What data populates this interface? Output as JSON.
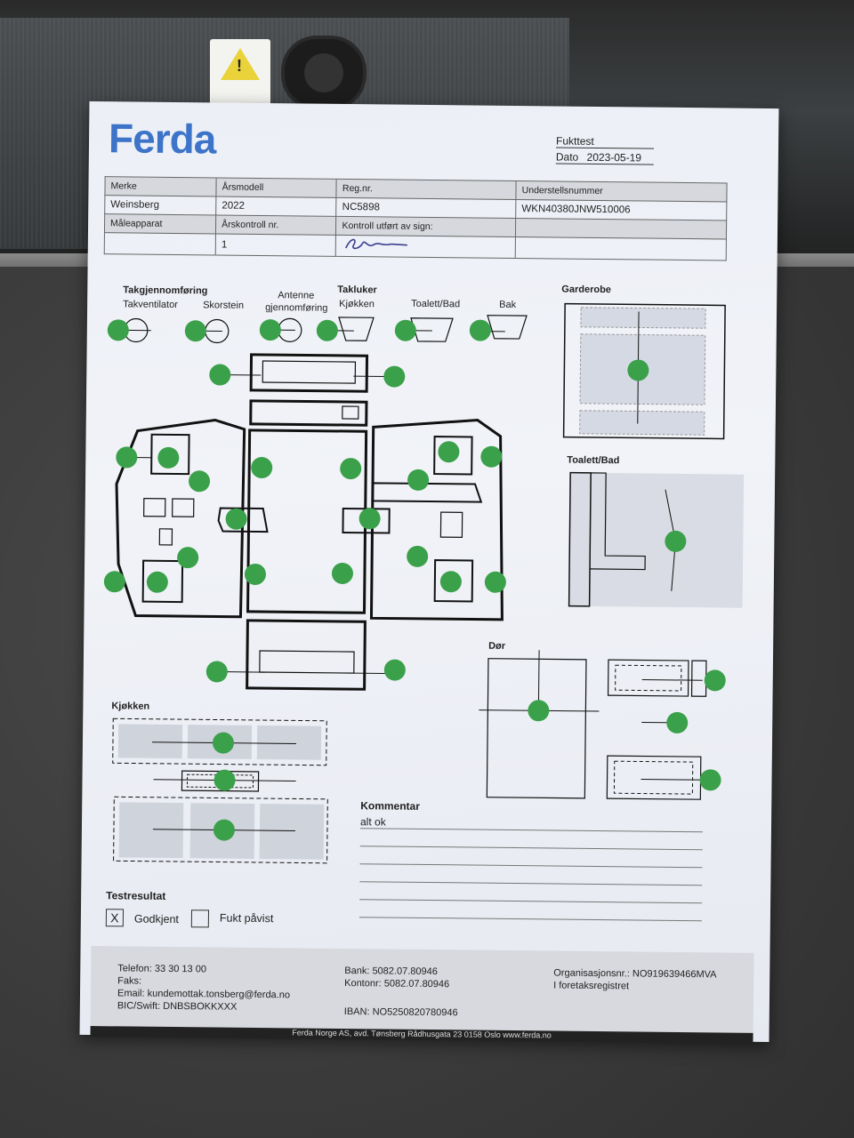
{
  "header": {
    "logo": "Ferda",
    "doc_type": "Fukttest",
    "date_label": "Dato",
    "date_value": "2023-05-19"
  },
  "info_table": {
    "row1_headers": [
      "Merke",
      "Årsmodell",
      "Reg.nr.",
      "Understellsnummer"
    ],
    "row1_values": [
      "Weinsberg",
      "2022",
      "NC5898",
      "WKN40380JNW510006"
    ],
    "row2_headers": [
      "Måleapparat",
      "Årskontroll nr.",
      "Kontroll utført av sign:",
      ""
    ],
    "row2_values": [
      "",
      "1",
      "",
      ""
    ]
  },
  "diagram_labels": {
    "takgjennomforing": "Takgjennomføring",
    "takventilator": "Takventilator",
    "skorstein": "Skorstein",
    "antenne_1": "Antenne",
    "antenne_2": "gjennomføring",
    "takluker": "Takluker",
    "kjokken_luke": "Kjøkken",
    "toalett_bad_luke": "Toalett/Bad",
    "bak": "Bak",
    "garderobe": "Garderobe",
    "toalett_bad": "Toalett/Bad",
    "dor": "Dør",
    "kjokken": "Kjøkken"
  },
  "comment": {
    "title": "Kommentar",
    "text": "alt ok"
  },
  "test_result": {
    "title": "Testresultat",
    "approved_mark": "X",
    "approved_label": "Godkjent",
    "moisture_mark": "",
    "moisture_label": "Fukt påvist"
  },
  "footer": {
    "phone": "Telefon: 33 30 13 00",
    "fax": "Faks:",
    "email": "Email: kundemottak.tonsberg@ferda.no",
    "bic": "BIC/Swift: DNBSBOKKXXX",
    "bank": "Bank: 5082.07.80946",
    "kontonr": "Kontonr: 5082.07.80946",
    "iban": "IBAN: NO5250820780946",
    "orgnr": "Organisasjonsnr.: NO919639466MVA",
    "foretak": "I foretaksregistret",
    "bar_text": "Ferda Norge AS, avd. Tønsberg  Rådhusgata 23 0158 Oslo  www.ferda.no"
  },
  "colors": {
    "brand_blue": "#3d74c9",
    "marker_green": "#3aa04a"
  }
}
